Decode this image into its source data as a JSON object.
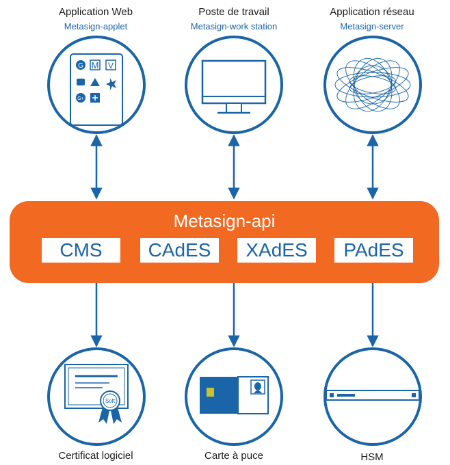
{
  "top_nodes": [
    {
      "title": "Application Web",
      "subtitle": "Metasign-applet"
    },
    {
      "title": "Poste de travail",
      "subtitle": "Metasign-work station"
    },
    {
      "title": "Application réseau",
      "subtitle": "Metasign-server"
    }
  ],
  "api": {
    "title": "Metasign-api",
    "formats": [
      "CMS",
      "CAdES",
      "XAdES",
      "PAdES"
    ]
  },
  "bottom_nodes": [
    {
      "title": "Certificat logiciel",
      "seal_text": "Soft"
    },
    {
      "title": "Carte à puce"
    },
    {
      "title": "HSM"
    }
  ],
  "app_icons": [
    "G",
    "M",
    "V",
    "▶",
    "▲",
    "✣",
    "G+",
    "+"
  ],
  "colors": {
    "accent": "#1a64a8",
    "orange": "#f26a21"
  }
}
